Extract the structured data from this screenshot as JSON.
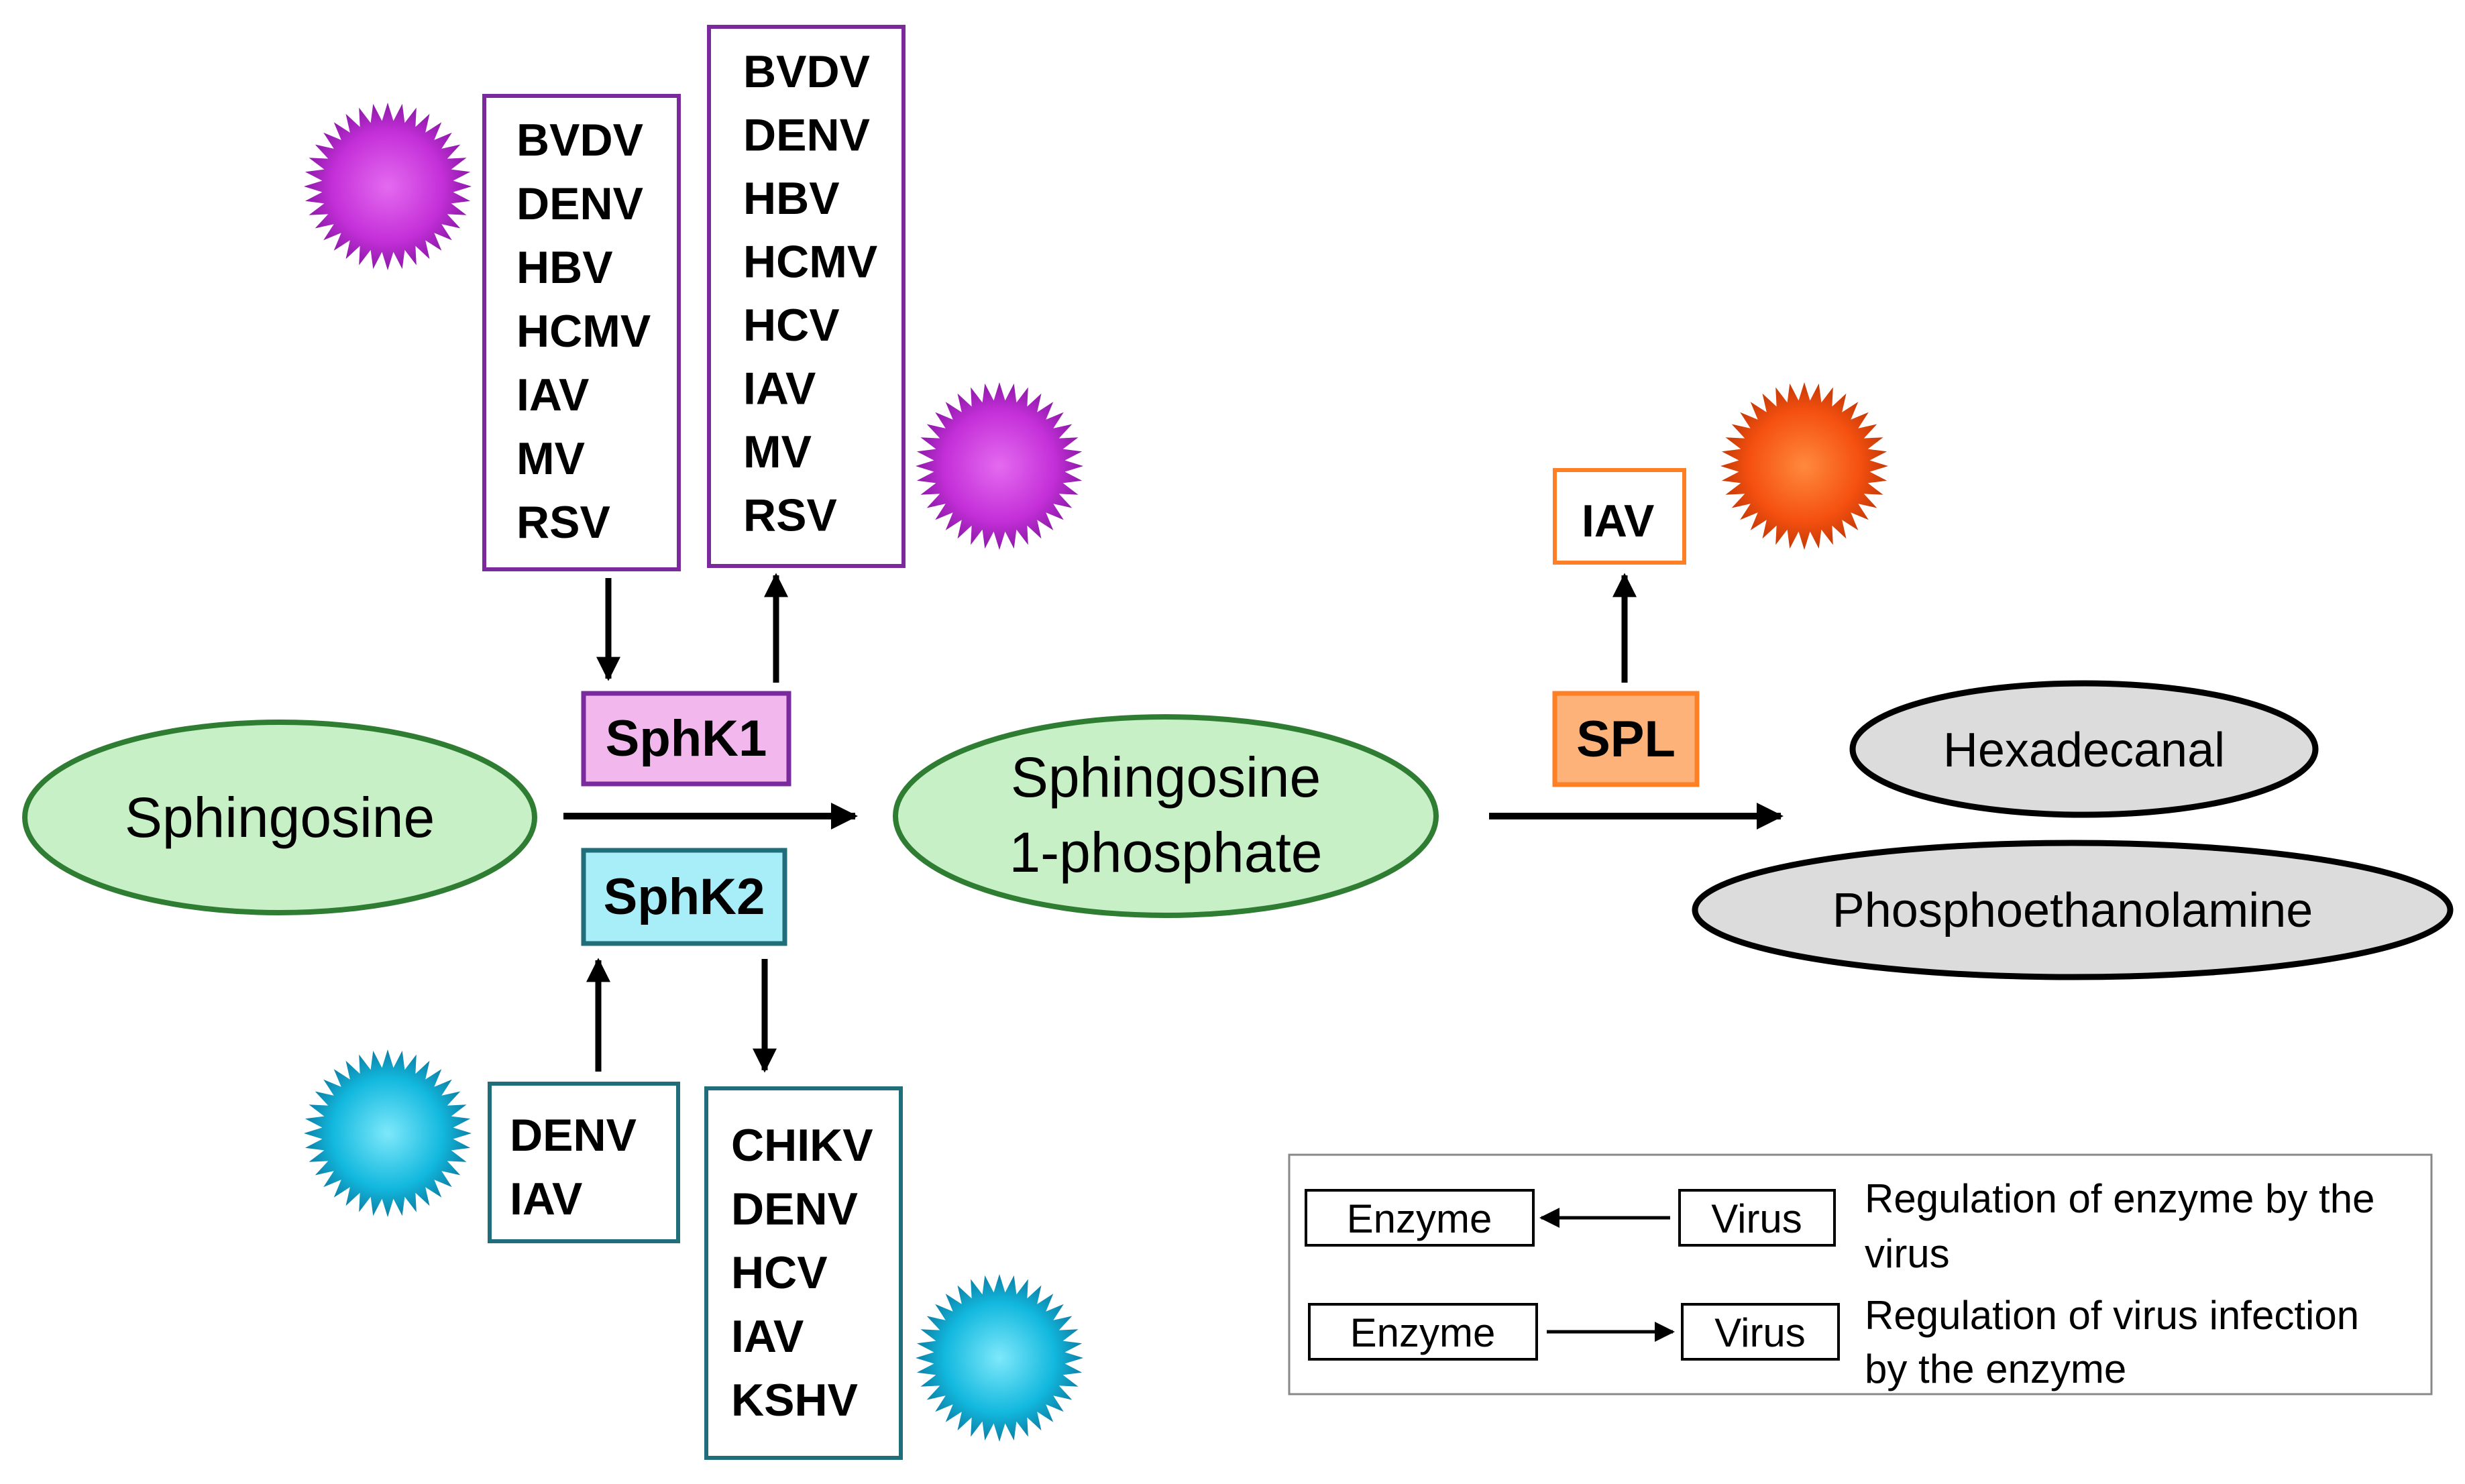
{
  "colors": {
    "purple": "#7a2a9c",
    "purple_fill": "#f2b8ee",
    "teal": "#1f6e7a",
    "cyan_fill": "#a8eef8",
    "orange": "#ff7f27",
    "orange_fill": "#fdb27a",
    "green": "#2e7d32",
    "green_fill": "#c8f0c6",
    "gray_fill": "#dcdcdc",
    "star_purple": "#c42fd8",
    "star_cyan": "#12b8de",
    "star_orange": "#f55010"
  },
  "metabolites": {
    "sphingosine": "Sphingosine",
    "s1p_line1": "Sphingosine",
    "s1p_line2": "1-phosphate",
    "hexadecanal": "Hexadecanal",
    "phosphoethanolamine": "Phosphoethanolamine"
  },
  "enzymes": {
    "sphk1": "SphK1",
    "sphk2": "SphK2",
    "spl": "SPL"
  },
  "virus_lists": {
    "sphk1_regulated_by": [
      "BVDV",
      "DENV",
      "HBV",
      "HCMV",
      "IAV",
      "MV",
      "RSV"
    ],
    "sphk1_regulates": [
      "BVDV",
      "DENV",
      "HBV",
      "HCMV",
      "HCV",
      "IAV",
      "MV",
      "RSV"
    ],
    "sphk2_regulated_by": [
      "DENV",
      "IAV"
    ],
    "sphk2_regulates": [
      "CHIKV",
      "DENV",
      "HCV",
      "IAV",
      "KSHV"
    ],
    "spl_regulates": [
      "IAV"
    ]
  },
  "legend": {
    "row1": {
      "enzyme": "Enzyme",
      "virus": "Virus",
      "desc_line1": "Regulation of enzyme by the",
      "desc_line2": "virus"
    },
    "row2": {
      "enzyme": "Enzyme",
      "virus": "Virus",
      "desc_line1": "Regulation of virus infection",
      "desc_line2": "by the enzyme"
    }
  }
}
